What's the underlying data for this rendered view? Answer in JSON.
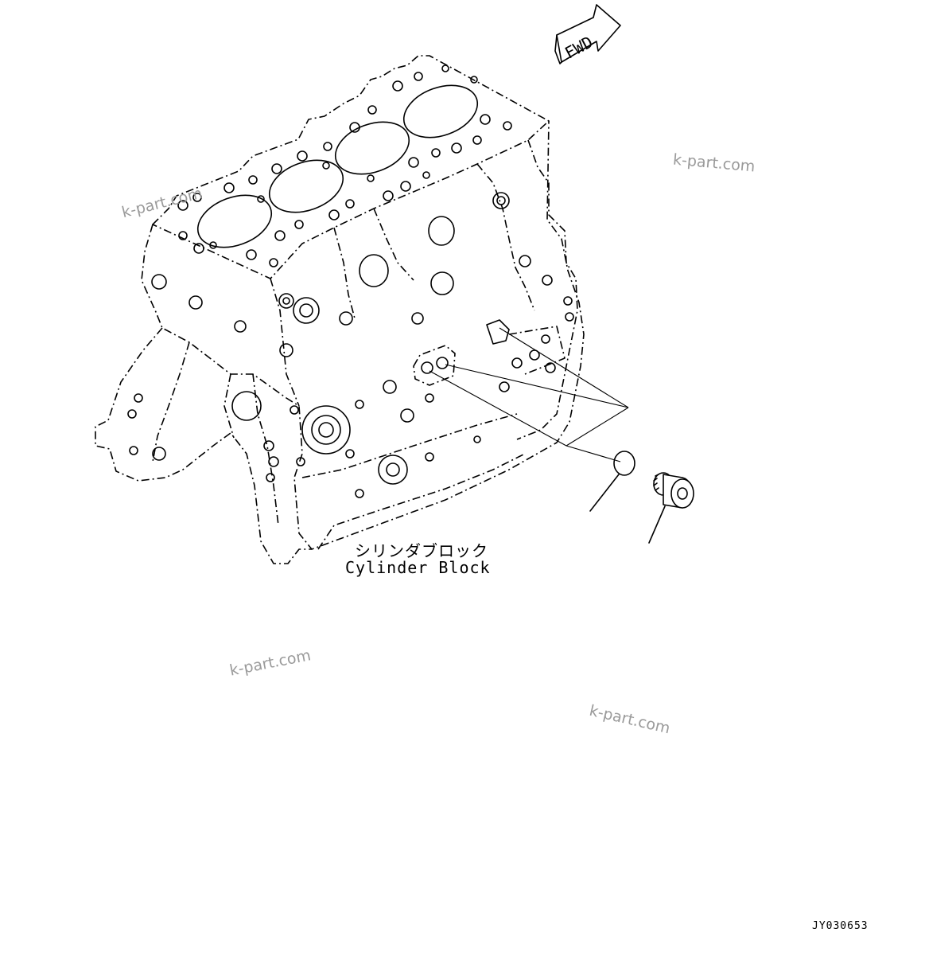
{
  "diagram": {
    "fwd_arrow_label": "FWD",
    "part_label_jp": "シリンダブロック",
    "part_label_en": "Cylinder Block",
    "drawing_id": "JY030653",
    "watermark": "k-part.com"
  }
}
